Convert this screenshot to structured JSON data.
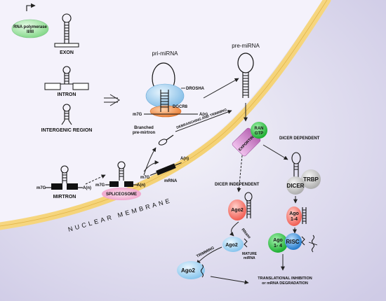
{
  "labels": {
    "rna_polymerase": "RNA polymerase",
    "rna_polymerase_2": "II/III",
    "exon": "EXON",
    "intron": "INTRON",
    "intergenic": "INTERGENIC REGION",
    "mirtron": "MIRTRON",
    "spliceosome": "SPLICEOSOME",
    "pri_mirna": "pri-miRNA",
    "drosha": "DROSHA",
    "dgcr8": "DGCR8",
    "pri_m7g": "m7G",
    "pri_an": "A(n)",
    "debranching": "DEBRANCHING AND TRIMMING",
    "branched_1": "Branched",
    "branched_2": "pre-mirtron",
    "pre_mirna": "pre-miRNA",
    "mirtron_m7g": "m7G",
    "mirtron_an": "A(n)",
    "splice_m7g": "m7G",
    "splice_an": "A(n)",
    "mrna_m7g": "m7G",
    "mrna_an": "A(n)",
    "mrna": "mRNA",
    "exportin": "EXPORTIN",
    "ran": "RAN",
    "gtp": "GTP",
    "dicer_dependent": "DICER DEPENDENT",
    "dicer_independent": "DICER INDEPENDENT",
    "nuclear_membrane": "NUCLEAR MEMBRANE",
    "dicer": "DICER",
    "trbp": "TRBP",
    "ago14": "Ago",
    "ago14_b": "1-4",
    "risc_ago": "Ago",
    "risc_ago_b": "1- 4",
    "risc": "RISC",
    "ago2_top": "Ago2",
    "rnase": "RNase",
    "ago2_mid": "Ago2",
    "mature_1": "MATURE",
    "mature_2": "miRNA",
    "trimming": "TRIMMING",
    "ago2_bottom": "Ago2",
    "translational_1": "TRANSLATIONAL INHIBITION",
    "translational_2": "or mRNA DEGRADATION"
  },
  "colors": {
    "cytoplasm": "#d9d6ec",
    "membrane": "#f6d37a",
    "drosha": "#a9d2ee",
    "dgcr8": "#f2a05f",
    "polymerase": "#9fe0a0",
    "exportin": "#d68ad0",
    "ran_gtp": "#26c83a",
    "dicer": "#c9c9c9",
    "trbp": "#d9d9d9",
    "ago": "#ff8a80",
    "risc_green": "#26c83a",
    "risc_blue": "#2f8fe0",
    "ago2_blue": "#9fd2f3",
    "spliceosome": "#f5b9d8"
  }
}
